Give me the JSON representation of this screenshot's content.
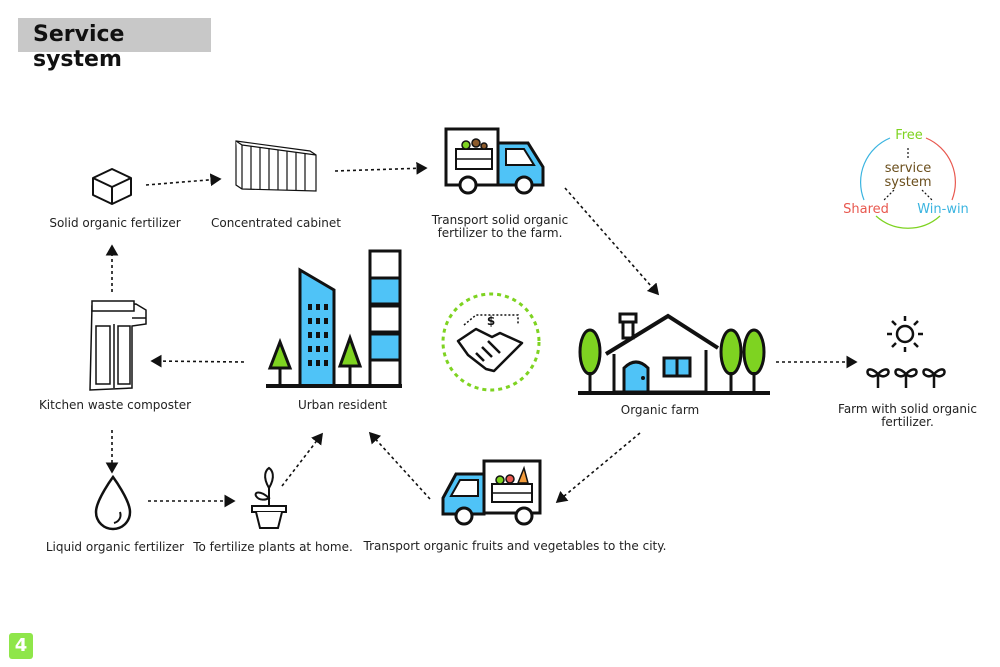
{
  "header": {
    "title": "Service system"
  },
  "nodes": {
    "solid_fertilizer": "Solid organic fertilizer",
    "cabinet": "Concentrated cabinet",
    "transport_solid": "Transport solid organic fertilizer to the farm.",
    "organic_farm": "Organic farm",
    "farm_with_fertilizer": "Farm with solid organic fertilizer.",
    "kitchen_composter": "Kitchen waste composter",
    "urban_resident": "Urban resident",
    "liquid_fertilizer": "Liquid organic fertilizer",
    "fertilize_plants": "To fertilize plants at home.",
    "transport_fruits": "Transport organic fruits and vegetables to the city."
  },
  "triangle": {
    "top": "Free",
    "center": "service system",
    "left": "Shared",
    "right": "Win-win",
    "colors": {
      "top": "#7ed321",
      "left": "#e8584f",
      "right": "#3ab4e0",
      "center": "#6b4f1d"
    }
  },
  "handshake_symbol": "$",
  "page_badge": "4",
  "colors": {
    "accent_blue": "#4fc3f7",
    "accent_green": "#8fe64a",
    "dashed_circle": "#7ed321"
  }
}
